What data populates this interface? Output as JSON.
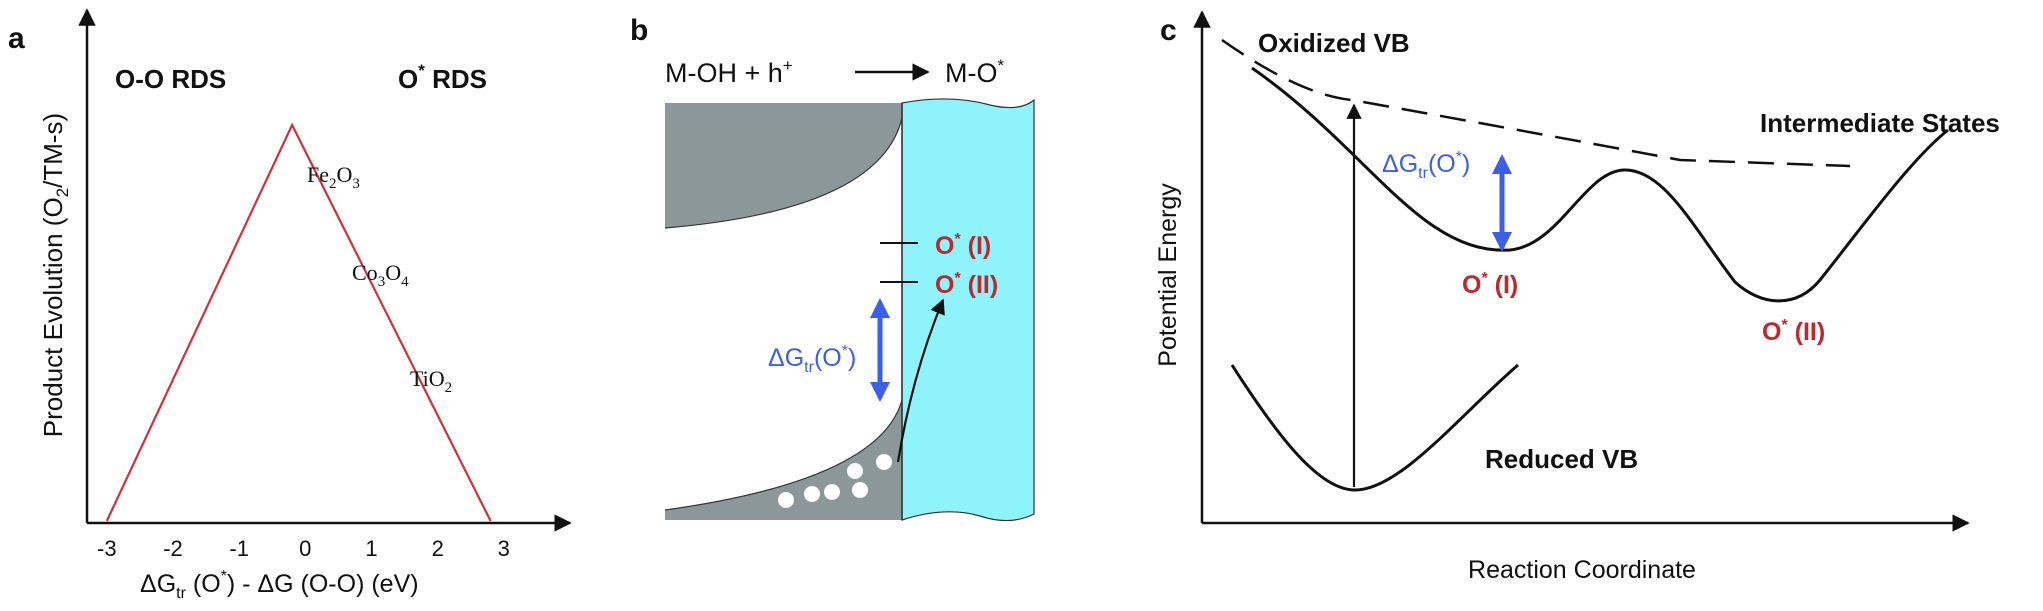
{
  "colors": {
    "ink": "#111111",
    "red_line": "#d0303c",
    "red_label": "#c0272d",
    "blue": "#3b5fe6",
    "gray": "#8c9799",
    "cyan": "#8ef3fb"
  },
  "panel_a": {
    "letter": "a",
    "region_left": "O-O RDS",
    "region_right": "O",
    "region_right_sup": "*",
    "region_right_tail": " RDS",
    "ylabel_main": "Product Evolution (O",
    "ylabel_sub": "2",
    "ylabel_tail": "/TM-s)",
    "xlabel_1": "ΔG",
    "xlabel_sub": "tr",
    "xlabel_2": " (O",
    "xlabel_sup": "*",
    "xlabel_3": ") - ΔG (O-O) (eV)",
    "compounds": [
      {
        "base": "Fe",
        "sub1": "2",
        "mid": "O",
        "sub2": "3"
      },
      {
        "base": "Co",
        "sub1": "3",
        "mid": "O",
        "sub2": "4"
      },
      {
        "base": "TiO",
        "sub1": "2",
        "mid": "",
        "sub2": ""
      }
    ]
  },
  "chart_data": {
    "type": "line",
    "x": [
      -3,
      -0.2,
      2.8
    ],
    "xticks": [
      "-3",
      "-2",
      "-1",
      "0",
      "1",
      "2",
      "3"
    ],
    "xlim": [
      -3.3,
      4.0
    ],
    "grid": false
  },
  "panel_b": {
    "letter": "b",
    "reaction_left": "M-OH + h",
    "reaction_left_sup": "+",
    "reaction_right": "M-O",
    "reaction_right_sup": "*",
    "level_1": "O",
    "level_1_sup": "*",
    "level_1_tail": " (I)",
    "level_2": "O",
    "level_2_sup": "*",
    "level_2_tail": " (II)",
    "dg_main": "ΔG",
    "dg_sub": "tr",
    "dg_tail": "(O",
    "dg_sup": "*",
    "dg_end": ")"
  },
  "panel_c": {
    "letter": "c",
    "oxidized": "Oxidized VB",
    "intermediate": "Intermediate States",
    "reduced": "Reduced VB",
    "ylabel": "Potential Energy",
    "xlabel": "Reaction Coordinate",
    "dg_main": "ΔG",
    "dg_sub": "tr",
    "dg_tail": "(O",
    "dg_sup": "*",
    "dg_end": ")",
    "min_1": "O",
    "min_1_sup": "*",
    "min_1_tail": " (I)",
    "min_2": "O",
    "min_2_sup": "*",
    "min_2_tail": " (II)"
  }
}
